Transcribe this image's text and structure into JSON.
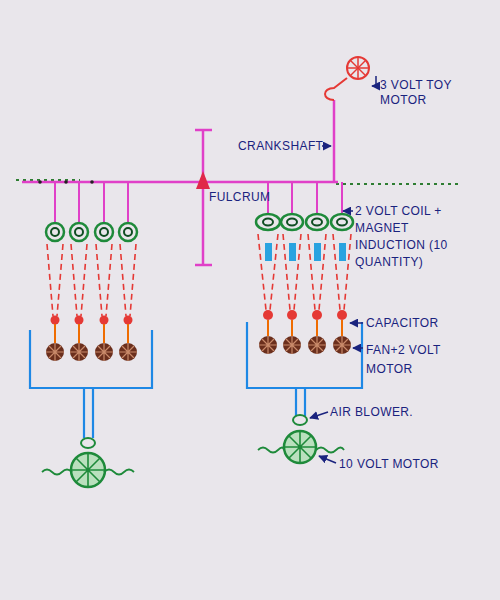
{
  "diagram": {
    "labels": [
      "3 VOLT TOY MOTOR",
      "CRANKSHAFT",
      "FULCRUM",
      "2 VOLT COIL + MAGNET INDUCTION (10 QUANTITY)",
      "CAPACITOR",
      "FAN+2 VOLT MOTOR",
      "AIR BLOWER.",
      "10 VOLT MOTOR"
    ]
  }
}
